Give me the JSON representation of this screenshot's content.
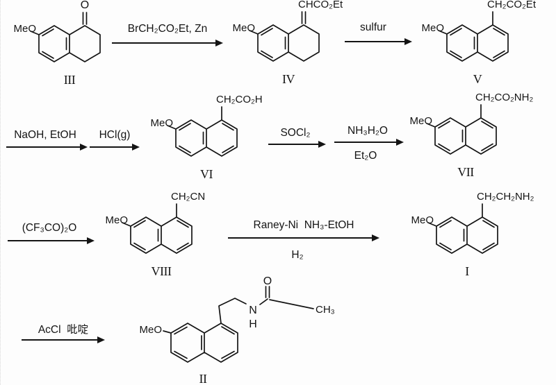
{
  "compounds": {
    "c3": {
      "numeral": "III",
      "methoxy": "MeO",
      "ketone_o": "O"
    },
    "c4": {
      "numeral": "IV",
      "methoxy": "MeO",
      "chain": "CHCO₂Et"
    },
    "c5": {
      "numeral": "V",
      "methoxy": "MeO",
      "chain": "CH₂CO₂Et"
    },
    "c6": {
      "numeral": "VI",
      "methoxy": "MeO",
      "chain": "CH₂CO₂H"
    },
    "c7": {
      "numeral": "VII",
      "methoxy": "MeO",
      "chain": "CH₂CO₂NH₂"
    },
    "c8": {
      "numeral": "VIII",
      "methoxy": "MeO",
      "chain": "CH₂CN"
    },
    "c1": {
      "numeral": "I",
      "methoxy": "MeO",
      "chain": "CH₂CH₂NH₂"
    },
    "c2": {
      "numeral": "II",
      "methoxy": "MeO",
      "carbonyl_o": "O",
      "amide_n": "N",
      "amide_h": "H",
      "methyl": "CH₃"
    }
  },
  "arrows": [
    {
      "above": "BrCH₂CO₂Et, Zn"
    },
    {
      "above": "sulfur"
    },
    {
      "above": "NaOH, EtOH"
    },
    {
      "above": "HCl(g)"
    },
    {
      "above": "SOCl₂"
    },
    {
      "above": "NH₃H₂O",
      "below": "Et₂O"
    },
    {
      "above": "(CF₃CO)₂O"
    },
    {
      "above": "Raney-Ni  NH₃-EtOH",
      "below": "H₂"
    },
    {
      "above": "AcCl  吡啶"
    }
  ]
}
